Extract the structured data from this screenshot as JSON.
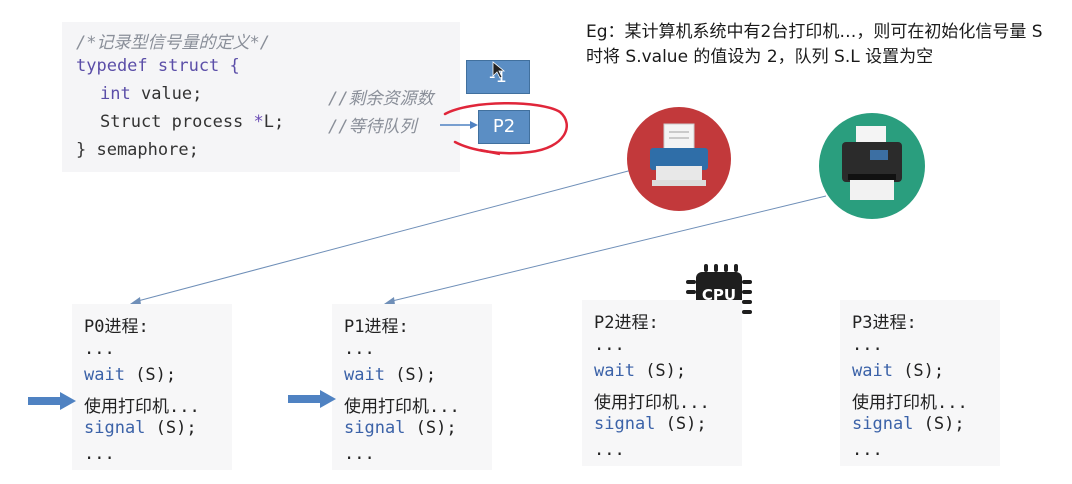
{
  "code": {
    "comment": "/*记录型信号量的定义*/",
    "line1": "typedef struct {",
    "line2_type": "int",
    "line2_var": " value;",
    "line2_comment": "//剩余资源数",
    "line3_type": "Struct process ",
    "line3_ptr": "*",
    "line3_var": "L;",
    "line3_comment": "//等待队列",
    "line4": "} semaphore;"
  },
  "annotations": {
    "value_box": "-1",
    "queue_box": "P2"
  },
  "example": {
    "text": "Eg：某计算机系统中有2台打印机…，则可在初始化信号量 S 时将 S.value 的值设为 2，队列 S.L 设置为空"
  },
  "cpu": {
    "label": "CPU"
  },
  "processes": [
    {
      "title": "P0进程:",
      "l1": "...",
      "wait": "wait",
      "wait_arg": " (S);",
      "use": "使用打印机...",
      "signal": "signal",
      "signal_arg": " (S);",
      "l5": "..."
    },
    {
      "title": "P1进程:",
      "l1": "...",
      "wait": "wait",
      "wait_arg": " (S);",
      "use": "使用打印机...",
      "signal": "signal",
      "signal_arg": " (S);",
      "l5": "..."
    },
    {
      "title": "P2进程:",
      "l1": "...",
      "wait": "wait",
      "wait_arg": " (S);",
      "use": "使用打印机...",
      "signal": "signal",
      "signal_arg": " (S);",
      "l5": "..."
    },
    {
      "title": "P3进程:",
      "l1": "...",
      "wait": "wait",
      "wait_arg": " (S);",
      "use": "使用打印机...",
      "signal": "signal",
      "signal_arg": " (S);",
      "l5": "..."
    }
  ],
  "colors": {
    "printer1_bg": "#c2393b",
    "printer2_bg": "#2a9e7e",
    "box_blue": "#5b8ec4",
    "red_ink": "#e0263a",
    "arrow_blue": "#4f82c2"
  }
}
